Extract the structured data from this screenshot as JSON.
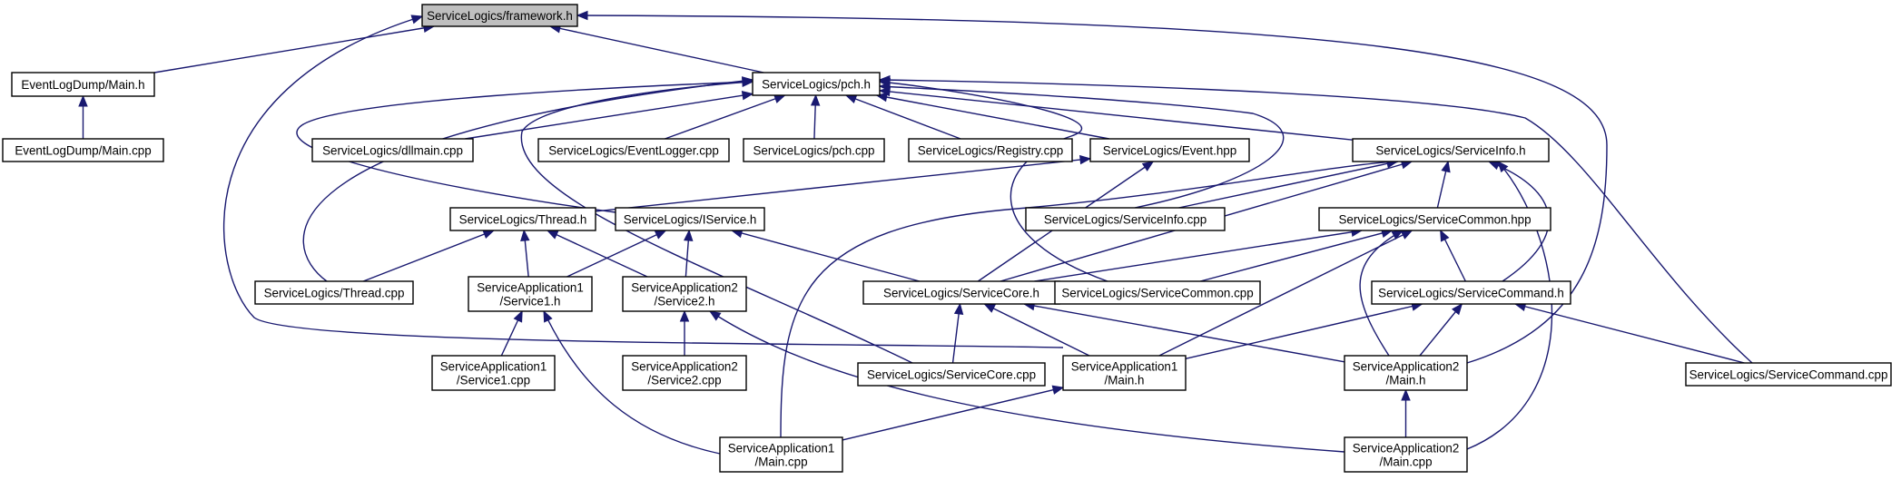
{
  "nodes": [
    {
      "id": "fw",
      "lines": [
        "ServiceLogics/framework.h"
      ],
      "root": true
    },
    {
      "id": "eld_main_h",
      "lines": [
        "EventLogDump/Main.h"
      ]
    },
    {
      "id": "eld_main_cpp",
      "lines": [
        "EventLogDump/Main.cpp"
      ]
    },
    {
      "id": "pch_h",
      "lines": [
        "ServiceLogics/pch.h"
      ]
    },
    {
      "id": "dllmain",
      "lines": [
        "ServiceLogics/dllmain.cpp"
      ]
    },
    {
      "id": "eventlogger",
      "lines": [
        "ServiceLogics/EventLogger.cpp"
      ]
    },
    {
      "id": "pch_cpp",
      "lines": [
        "ServiceLogics/pch.cpp"
      ]
    },
    {
      "id": "registry",
      "lines": [
        "ServiceLogics/Registry.cpp"
      ]
    },
    {
      "id": "event_hpp",
      "lines": [
        "ServiceLogics/Event.hpp"
      ]
    },
    {
      "id": "serviceinfo_h",
      "lines": [
        "ServiceLogics/ServiceInfo.h"
      ]
    },
    {
      "id": "thread_h",
      "lines": [
        "ServiceLogics/Thread.h"
      ]
    },
    {
      "id": "iservice_h",
      "lines": [
        "ServiceLogics/IService.h"
      ]
    },
    {
      "id": "serviceinfo_cpp",
      "lines": [
        "ServiceLogics/ServiceInfo.cpp"
      ]
    },
    {
      "id": "servicecommon_hpp",
      "lines": [
        "ServiceLogics/ServiceCommon.hpp"
      ]
    },
    {
      "id": "thread_cpp",
      "lines": [
        "ServiceLogics/Thread.cpp"
      ]
    },
    {
      "id": "sa1_service1_h",
      "lines": [
        "ServiceApplication1",
        "/Service1.h"
      ]
    },
    {
      "id": "sa2_service2_h",
      "lines": [
        "ServiceApplication2",
        "/Service2.h"
      ]
    },
    {
      "id": "servicecore_h",
      "lines": [
        "ServiceLogics/ServiceCore.h"
      ]
    },
    {
      "id": "servicecommon_cpp",
      "lines": [
        "ServiceLogics/ServiceCommon.cpp"
      ]
    },
    {
      "id": "servicecommand_h",
      "lines": [
        "ServiceLogics/ServiceCommand.h"
      ]
    },
    {
      "id": "sa1_service1_cpp",
      "lines": [
        "ServiceApplication1",
        "/Service1.cpp"
      ]
    },
    {
      "id": "sa2_service2_cpp",
      "lines": [
        "ServiceApplication2",
        "/Service2.cpp"
      ]
    },
    {
      "id": "servicecore_cpp",
      "lines": [
        "ServiceLogics/ServiceCore.cpp"
      ]
    },
    {
      "id": "sa1_main_h",
      "lines": [
        "ServiceApplication1",
        "/Main.h"
      ]
    },
    {
      "id": "sa2_main_h",
      "lines": [
        "ServiceApplication2",
        "/Main.h"
      ]
    },
    {
      "id": "servicecommand_cpp",
      "lines": [
        "ServiceLogics/ServiceCommand.cpp"
      ]
    },
    {
      "id": "sa1_main_cpp",
      "lines": [
        "ServiceApplication1",
        "/Main.cpp"
      ]
    },
    {
      "id": "sa2_main_cpp",
      "lines": [
        "ServiceApplication2",
        "/Main.cpp"
      ]
    }
  ],
  "edges": [
    {
      "from": "eld_main_h",
      "to": "fw"
    },
    {
      "from": "eld_main_cpp",
      "to": "eld_main_h"
    },
    {
      "from": "pch_h",
      "to": "fw"
    },
    {
      "from": "sa1_main_h",
      "to": "fw"
    },
    {
      "from": "sa2_main_h",
      "to": "fw"
    },
    {
      "from": "dllmain",
      "to": "pch_h"
    },
    {
      "from": "eventlogger",
      "to": "pch_h"
    },
    {
      "from": "pch_cpp",
      "to": "pch_h"
    },
    {
      "from": "registry",
      "to": "pch_h"
    },
    {
      "from": "event_hpp",
      "to": "pch_h"
    },
    {
      "from": "serviceinfo_h",
      "to": "pch_h"
    },
    {
      "from": "thread_cpp",
      "to": "pch_h"
    },
    {
      "from": "iservice_h",
      "to": "pch_h"
    },
    {
      "from": "serviceinfo_cpp",
      "to": "pch_h"
    },
    {
      "from": "servicecore_cpp",
      "to": "pch_h"
    },
    {
      "from": "servicecommon_cpp",
      "to": "pch_h"
    },
    {
      "from": "servicecommand_cpp",
      "to": "pch_h"
    },
    {
      "from": "thread_h",
      "to": "event_hpp"
    },
    {
      "from": "servicecore_h",
      "to": "event_hpp"
    },
    {
      "from": "serviceinfo_cpp",
      "to": "serviceinfo_h"
    },
    {
      "from": "servicecommon_hpp",
      "to": "serviceinfo_h"
    },
    {
      "from": "servicecore_h",
      "to": "serviceinfo_h"
    },
    {
      "from": "servicecommand_h",
      "to": "serviceinfo_h"
    },
    {
      "from": "sa1_main_cpp",
      "to": "serviceinfo_h"
    },
    {
      "from": "sa2_main_cpp",
      "to": "serviceinfo_h"
    },
    {
      "from": "thread_cpp",
      "to": "thread_h"
    },
    {
      "from": "sa1_service1_h",
      "to": "thread_h"
    },
    {
      "from": "sa2_service2_h",
      "to": "thread_h"
    },
    {
      "from": "sa1_service1_h",
      "to": "iservice_h"
    },
    {
      "from": "sa2_service2_h",
      "to": "iservice_h"
    },
    {
      "from": "servicecore_h",
      "to": "iservice_h"
    },
    {
      "from": "servicecore_h",
      "to": "servicecommon_hpp"
    },
    {
      "from": "servicecommon_cpp",
      "to": "servicecommon_hpp"
    },
    {
      "from": "servicecommand_h",
      "to": "servicecommon_hpp"
    },
    {
      "from": "sa1_main_h",
      "to": "servicecommon_hpp"
    },
    {
      "from": "sa2_main_h",
      "to": "servicecommon_hpp"
    },
    {
      "from": "sa1_service1_cpp",
      "to": "sa1_service1_h"
    },
    {
      "from": "sa1_main_cpp",
      "to": "sa1_service1_h"
    },
    {
      "from": "sa2_service2_cpp",
      "to": "sa2_service2_h"
    },
    {
      "from": "sa2_main_cpp",
      "to": "sa2_service2_h"
    },
    {
      "from": "servicecore_cpp",
      "to": "servicecore_h"
    },
    {
      "from": "sa1_main_h",
      "to": "servicecore_h"
    },
    {
      "from": "sa2_main_h",
      "to": "servicecore_h"
    },
    {
      "from": "sa1_main_h",
      "to": "servicecommand_h"
    },
    {
      "from": "sa2_main_h",
      "to": "servicecommand_h"
    },
    {
      "from": "servicecommand_cpp",
      "to": "servicecommand_h"
    },
    {
      "from": "sa1_main_cpp",
      "to": "sa1_main_h"
    },
    {
      "from": "sa2_main_cpp",
      "to": "sa2_main_h"
    }
  ]
}
